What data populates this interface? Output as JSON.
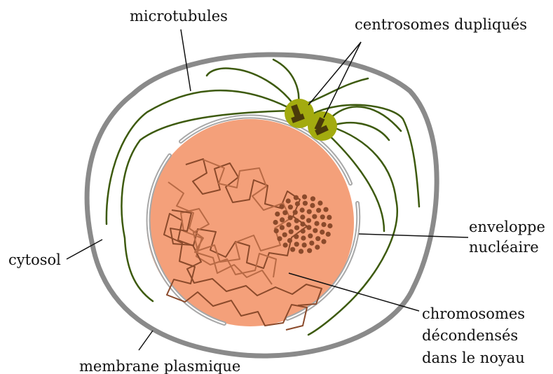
{
  "labels": {
    "microtubules": "microtubules",
    "centrosomes": "centrosomes dupliqués",
    "enveloppe_line1": "enveloppe",
    "enveloppe_line2": "nucléaire",
    "cytosol": "cytosol",
    "chromosomes_line1": "chromosomes",
    "chromosomes_line2": "décondensés",
    "chromosomes_line3": "dans le noyau",
    "membrane": "membrane plasmique"
  },
  "colors": {
    "membrane": "#8a8a8a",
    "envelope": "#a8a8a8",
    "nucleus_fill": "#f4a07a",
    "chromatin_dark": "#8b4a2b",
    "chromatin_light": "#b86a45",
    "nucleolus_dots": "#8b4a2b",
    "microtubules": "#3d5a0e",
    "centrosome": "#a3ab0f",
    "centriole": "#4a3a0a"
  }
}
